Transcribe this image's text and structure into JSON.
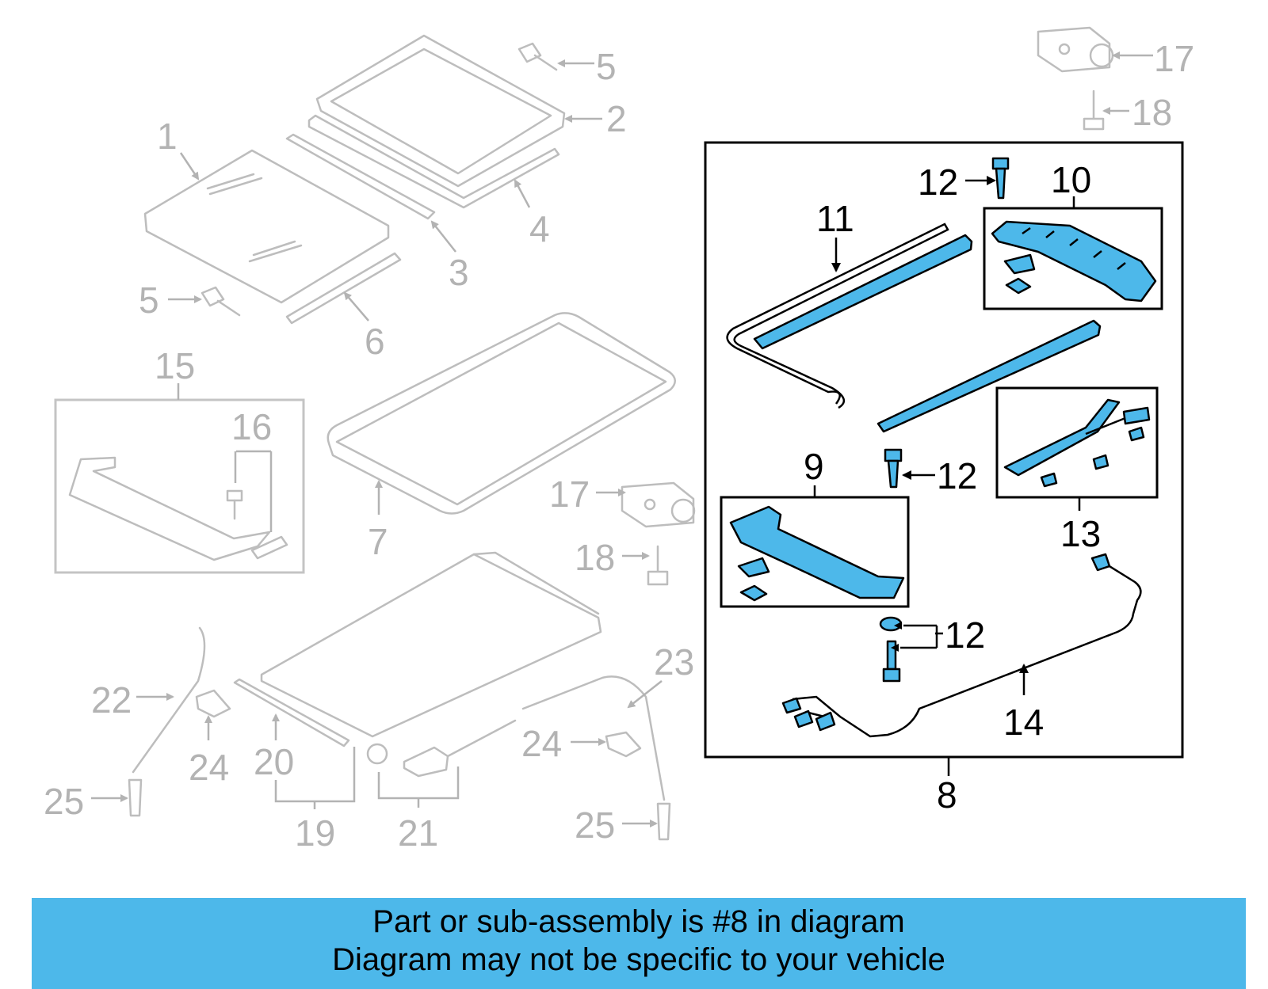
{
  "callouts": {
    "c1": "1",
    "c2": "2",
    "c3": "3",
    "c4": "4",
    "c5a": "5",
    "c5b": "5",
    "c6": "6",
    "c7": "7",
    "c8": "8",
    "c9": "9",
    "c10": "10",
    "c11": "11",
    "c12a": "12",
    "c12b": "12",
    "c12c": "12",
    "c13": "13",
    "c14": "14",
    "c15": "15",
    "c16": "16",
    "c17a": "17",
    "c17b": "17",
    "c18a": "18",
    "c18b": "18",
    "c19": "19",
    "c20": "20",
    "c21": "21",
    "c22": "22",
    "c23": "23",
    "c24a": "24",
    "c24b": "24",
    "c25a": "25",
    "c25b": "25"
  },
  "banner": {
    "line1": "Part or sub-assembly is #8 in diagram",
    "line2": "Diagram may not be specific to your vehicle"
  },
  "colors": {
    "highlight": "#4db8ea",
    "muted": "#b3b3b3",
    "ink": "#000000"
  }
}
